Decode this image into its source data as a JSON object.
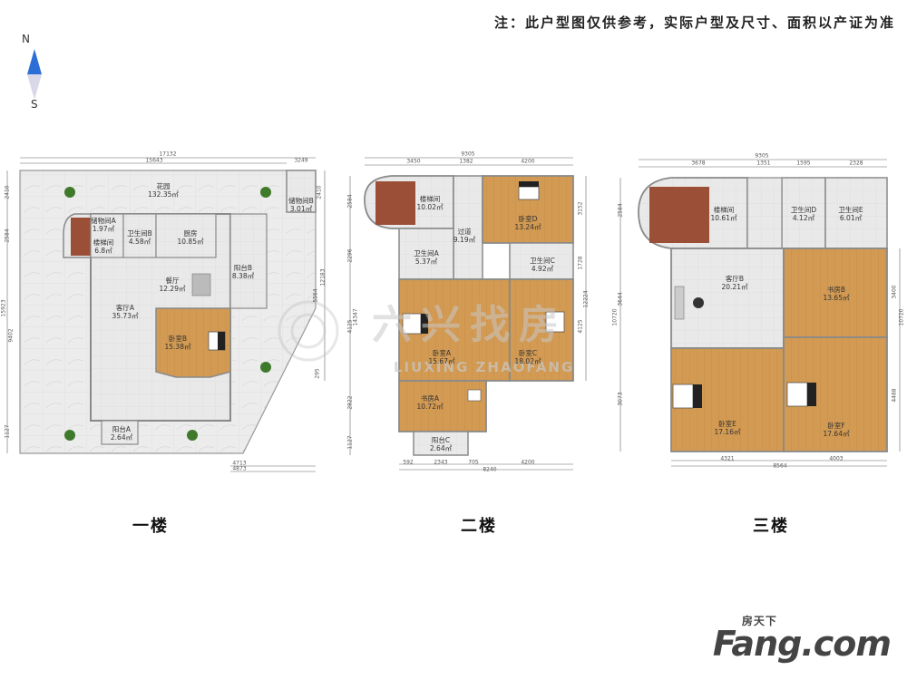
{
  "notice": "注：此户型图仅供参考，实际户型及尺寸、面积以产证为准",
  "compass": {
    "north": "N",
    "south": "S"
  },
  "floors": [
    {
      "label": "一楼",
      "rooms": [
        {
          "name": "花园",
          "area": "132.35㎡"
        },
        {
          "name": "储物间B",
          "area": "3.01㎡"
        },
        {
          "name": "储物间A",
          "area": "1.97㎡"
        },
        {
          "name": "楼梯间",
          "area": "6.8㎡"
        },
        {
          "name": "卫生间B",
          "area": "4.58㎡"
        },
        {
          "name": "厨房",
          "area": "10.85㎡"
        },
        {
          "name": "阳台B",
          "area": "8.38㎡"
        },
        {
          "name": "餐厅",
          "area": "12.29㎡"
        },
        {
          "name": "客厅A",
          "area": "35.73㎡"
        },
        {
          "name": "卧室B",
          "area": "15.38㎡"
        },
        {
          "name": "阳台A",
          "area": "2.64㎡"
        }
      ],
      "dims": {
        "top": [
          "17132",
          "15643",
          "3249"
        ],
        "left": [
          "2410",
          "2584",
          "15923",
          "9402",
          "1127"
        ],
        "right": [
          "2410",
          "5564",
          "12183",
          "295"
        ],
        "bottom": [
          "4713",
          "4873"
        ]
      }
    },
    {
      "label": "二楼",
      "rooms": [
        {
          "name": "楼梯间",
          "area": "10.02㎡"
        },
        {
          "name": "卧室D",
          "area": "13.24㎡"
        },
        {
          "name": "过道",
          "area": "9.19㎡"
        },
        {
          "name": "卫生间A",
          "area": "5.37㎡"
        },
        {
          "name": "卫生间C",
          "area": "4.92㎡"
        },
        {
          "name": "卧室A",
          "area": "15.67㎡"
        },
        {
          "name": "卧室C",
          "area": "18.02㎡"
        },
        {
          "name": "书房A",
          "area": "10.72㎡"
        },
        {
          "name": "阳台C",
          "area": "2.64㎡"
        }
      ],
      "dims": {
        "top": [
          "9305",
          "3450",
          "1382",
          "4200"
        ],
        "left": [
          "2584",
          "2296",
          "14347",
          "4125",
          "2822",
          "1127"
        ],
        "right": [
          "3152",
          "1728",
          "12224",
          "4125"
        ],
        "bottom": [
          "592",
          "2343",
          "705",
          "4200",
          "8240"
        ]
      }
    },
    {
      "label": "三楼",
      "rooms": [
        {
          "name": "楼梯间",
          "area": "10.61㎡"
        },
        {
          "name": "卫生间D",
          "area": "4.12㎡"
        },
        {
          "name": "卫生间E",
          "area": "6.01㎡"
        },
        {
          "name": "客厅B",
          "area": "20.21㎡"
        },
        {
          "name": "书房B",
          "area": "13.65㎡"
        },
        {
          "name": "卧室E",
          "area": "17.16㎡"
        },
        {
          "name": "卧室F",
          "area": "17.64㎡"
        }
      ],
      "dims": {
        "top": [
          "9305",
          "3678",
          "1351",
          "1595",
          "2328"
        ],
        "left": [
          "2584",
          "3644",
          "10720",
          "3073"
        ],
        "right": [
          "3400",
          "10720",
          "4488"
        ],
        "bottom": [
          "4321",
          "4003",
          "8564"
        ]
      }
    }
  ],
  "watermark": {
    "cn": "六兴找房",
    "en": "LIUXING ZHAOFANG"
  },
  "brand": {
    "text": "Fang.com",
    "cn": "房天下"
  },
  "colors": {
    "wood": "#d29a52",
    "tile": "#e6e6e6",
    "wall": "#8a8a8a",
    "stair": "#9a4f36",
    "garden": "#ececec"
  }
}
